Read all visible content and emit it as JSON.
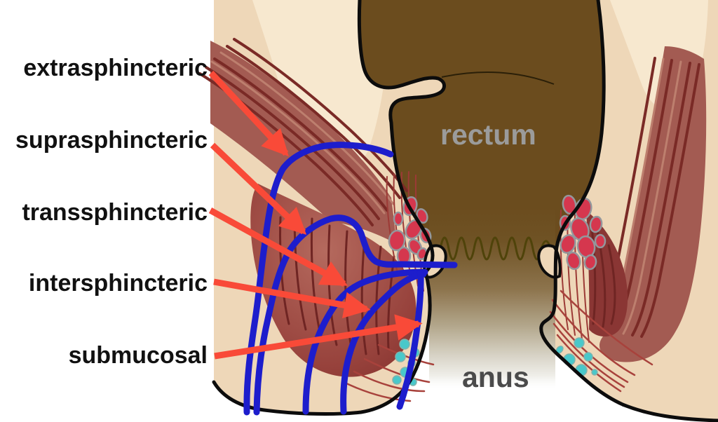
{
  "figure": {
    "fistula_type_labels": [
      {
        "id": "extrasphincteric",
        "text": "extrasphincteric"
      },
      {
        "id": "suprasphincteric",
        "text": "suprasphincteric"
      },
      {
        "id": "transsphincteric",
        "text": "transsphincteric"
      },
      {
        "id": "intersphincteric",
        "text": "intersphincteric"
      },
      {
        "id": "submucosal",
        "text": "submucosal"
      }
    ],
    "anatomy": {
      "rectum": "rectum",
      "anus": "anus"
    },
    "colors": {
      "background": "#ffffff",
      "skin_tan": "#eed7b8",
      "skin_light": "#f7e8cf",
      "rectum_brown": "#6b4c1e",
      "muscle_base": "#a35b52",
      "muscle_stripe_dark": "#7a2a26",
      "muscle_deep": "#8a3634",
      "fistula_tract_blue": "#1d1dcc",
      "arrow_red": "#f94a38",
      "crypt_gland_red": "#d5374e",
      "mucous_gland_teal": "#49c8ca",
      "outline_black": "#0c0c0c",
      "label_text": "#111111",
      "rectum_text": "#9b9b9b",
      "anus_text": "#4b4b4b",
      "dentate_line": "#4f430a"
    }
  }
}
